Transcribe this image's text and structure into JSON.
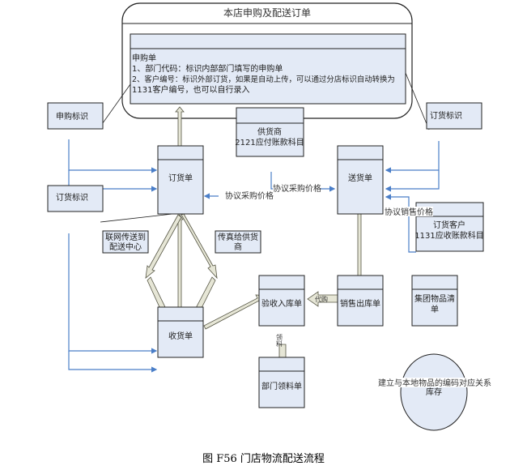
{
  "colors": {
    "box_fill": "#e3eaf6",
    "box_stroke": "#222222",
    "connector_blue": "#4a7ec8",
    "arrow_fill": "#e6e6d6",
    "arrow_stroke": "#555544"
  },
  "container": {
    "title": "本店申购及配送订单",
    "note_lines": [
      "申购单",
      "1、部门代码：标识内部部门填写的申购单",
      "2、客户编号：标识外部订货，如果是自动上传，可以通过分店标识自动转换为",
      "1131客户编号，也可以自行录入"
    ]
  },
  "nodes": {
    "purchase_flag": "申购标识",
    "order_flag_left": "订货标识",
    "order_flag_right": "订货标识",
    "supplier": [
      "供货商",
      "2121应付账款科目"
    ],
    "order_form": "订货单",
    "delivery_form": "送货单",
    "customer": [
      "订货客户",
      "1131应收账款科目"
    ],
    "network_send": [
      "联网传送到",
      "配送中心"
    ],
    "fax_supplier": [
      "传真给供货",
      "商"
    ],
    "receipt_form": "收货单",
    "inspection_form": "验收入库单",
    "sales_out_form": "销售出库单",
    "dept_requisition": "部门领料单",
    "group_catalog": [
      "集团物品清",
      "单"
    ],
    "inventory": "库存"
  },
  "edge_labels": {
    "agreed_purchase_price_left": "协议采购价格",
    "agreed_purchase_price_right": "协议采购价格",
    "agreed_sales_price": "协议销售价格",
    "proxy_purchase": "代购",
    "issue": "领料",
    "mapping": "建立与本地物品的编码对应关系"
  },
  "caption": "图 F56 门店物流配送流程"
}
